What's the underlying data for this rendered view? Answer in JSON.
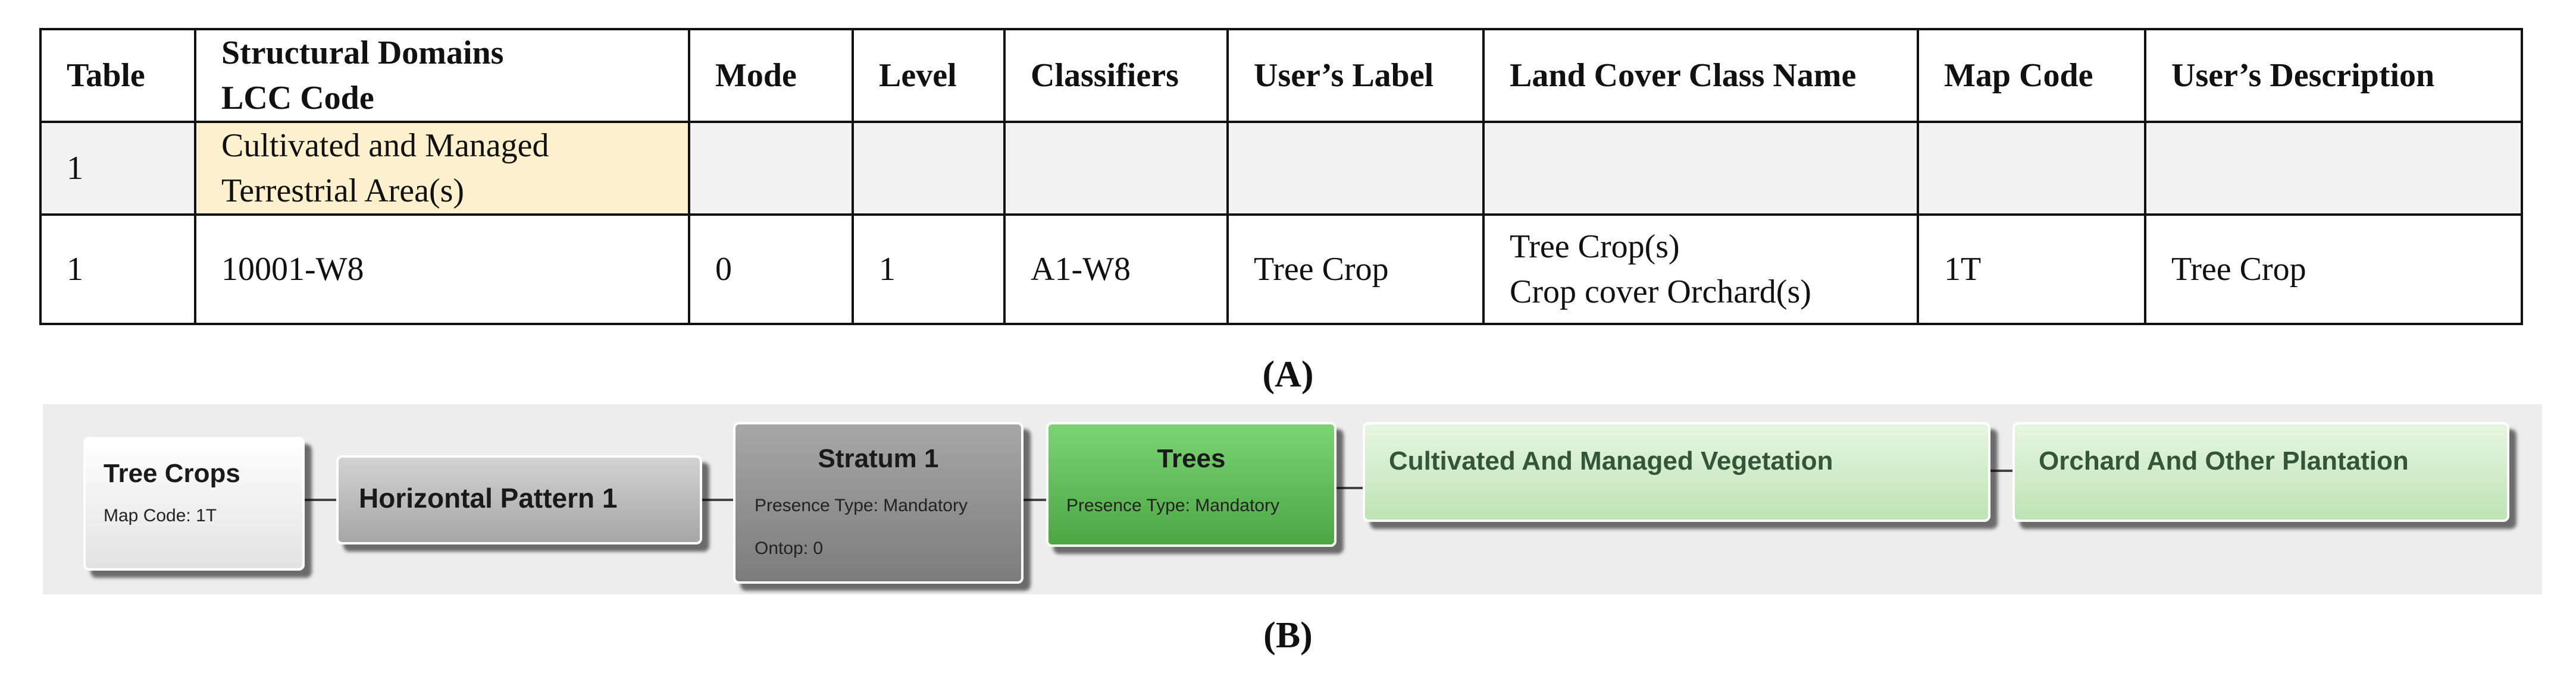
{
  "table": {
    "headers": [
      [
        "Table"
      ],
      [
        "Structural Domains",
        "LCC Code"
      ],
      [
        "Mode"
      ],
      [
        "Level"
      ],
      [
        "Classifiers"
      ],
      [
        "User’s Label"
      ],
      [
        "Land Cover Class Name"
      ],
      [
        "Map Code"
      ],
      [
        "User’s Description"
      ]
    ],
    "rows": [
      [
        [
          "1"
        ],
        [
          "Cultivated and Managed",
          "Terrestrial Area(s)"
        ],
        [
          ""
        ],
        [
          ""
        ],
        [
          ""
        ],
        [
          ""
        ],
        [
          ""
        ],
        [
          ""
        ],
        [
          ""
        ]
      ],
      [
        [
          "1"
        ],
        [
          "10001-W8"
        ],
        [
          "0"
        ],
        [
          "1"
        ],
        [
          "A1-W8"
        ],
        [
          "Tree Crop"
        ],
        [
          "Tree Crop(s)",
          "Crop cover Orchard(s)"
        ],
        [
          "1T"
        ],
        [
          "Tree Crop"
        ]
      ]
    ],
    "highlight_color": "#fdf0cd"
  },
  "caption_a": "(A)",
  "caption_b": "(B)",
  "diagram": {
    "tree_crops": {
      "title": "Tree Crops",
      "sub": "Map Code: 1T"
    },
    "horizontal_pattern": {
      "title": "Horizontal Pattern 1"
    },
    "stratum": {
      "title": "Stratum 1",
      "presence": "Presence Type: Mandatory",
      "ontop": "Ontop: 0"
    },
    "trees": {
      "title": "Trees",
      "presence": "Presence Type: Mandatory"
    },
    "cultivated": {
      "title": "Cultivated And Managed Vegetation"
    },
    "orchard": {
      "title": "Orchard And Other Plantation"
    }
  }
}
